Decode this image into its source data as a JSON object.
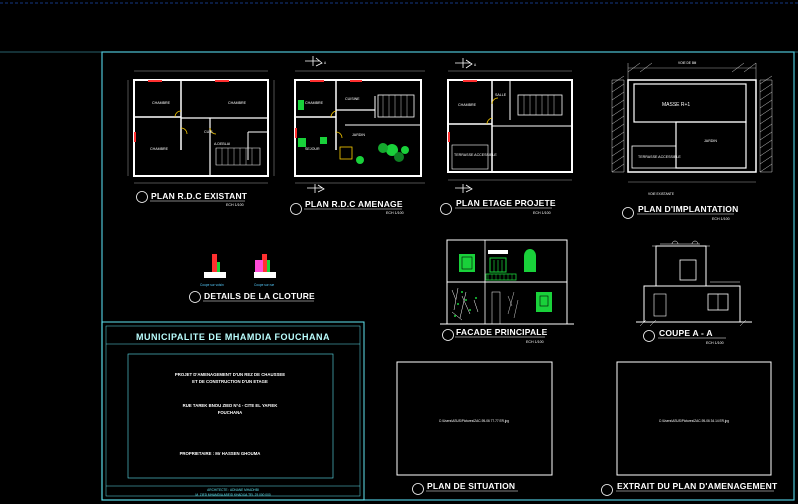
{
  "colors": {
    "background": "#000000",
    "frame": "#4ec3d6",
    "walls": "#ffffff",
    "accent": "#ff3030",
    "green": "#19d13a",
    "door": "#ffd000",
    "magenta": "#ff4bd8",
    "title_block": "#5fe3ef"
  },
  "drawings": {
    "plan_rdc_existant": {
      "label": "PLAN R.D.C EXISTANT",
      "scale": "ECH 1/100",
      "rooms": [
        "CHAMBRE",
        "CHAMBRE",
        "CHAMBRE",
        "CUIS.",
        "A.DEBLAI"
      ]
    },
    "plan_rdc_amenage": {
      "label": "PLAN R.D.C AMENAGE",
      "scale": "ECH 1/100",
      "section_mark": "A",
      "rooms": [
        "CHAMBRE",
        "CUISINE",
        "SEJOUR",
        "JARDIN"
      ]
    },
    "plan_etage_projete": {
      "label": "PLAN ETAGE PROJETE",
      "scale": "ECH 1/100",
      "section_mark": "A",
      "rooms": [
        "CHAMBRE",
        "TERRASSE ACCESSIBLE",
        "SALLE"
      ]
    },
    "plan_implantation": {
      "label": "PLAN D'IMPLANTATION",
      "scale": "ECH 1/100",
      "rooms": [
        "MASSE R+1",
        "JARDIN",
        "TERRASSE ACCESSIBLE"
      ],
      "note": "VOIE DE 8M",
      "note2": "VOIE EXISTANTE"
    },
    "details_cloture": {
      "label": "DETAILS DE LA CLOTURE",
      "left_caption": "Coupe sur voisin",
      "right_caption": "Coupe sur rue"
    },
    "facade": {
      "label": "FACADE PRINCIPALE",
      "scale": "ECH 1/100"
    },
    "coupe": {
      "label": "COUPE   A - A",
      "scale": "ECH 1/100"
    },
    "plan_situation": {
      "label": "PLAN DE SITUATION",
      "image_path": "C:\\Users\\ASUS\\Pictures\\ZAC-95-06 77.77 ER.jpg"
    },
    "extrait": {
      "label": "EXTRAIT DU PLAN D'AMENAGEMENT",
      "image_path": "C:\\Users\\ASUS\\Pictures\\ZAC-95-06 34.14 ER.jpg"
    }
  },
  "title_block": {
    "municipality": "MUNICIPALITE DE MHAMDIA FOUCHANA",
    "project_line1": "PROJET D'AMENAGEMENT D'UN REZ DE CHAUSSEE",
    "project_line2": "ET DE CONSTRUCTION D'UN ETAGE",
    "address_line1": "RUE TAREK BNOU ZIED N°4 - CITE EL YAFIEK",
    "address_line2": "FOUCHANA",
    "owner": "PROPRIETAIRE : Mr HASSEN GHOUMA",
    "footer_line1": "ARCHITECTE : ADNANE MHADHBI",
    "footer_line2": "M. ZIED MHAMDIA ABEID KHADIJA TEL 25 000 000"
  }
}
